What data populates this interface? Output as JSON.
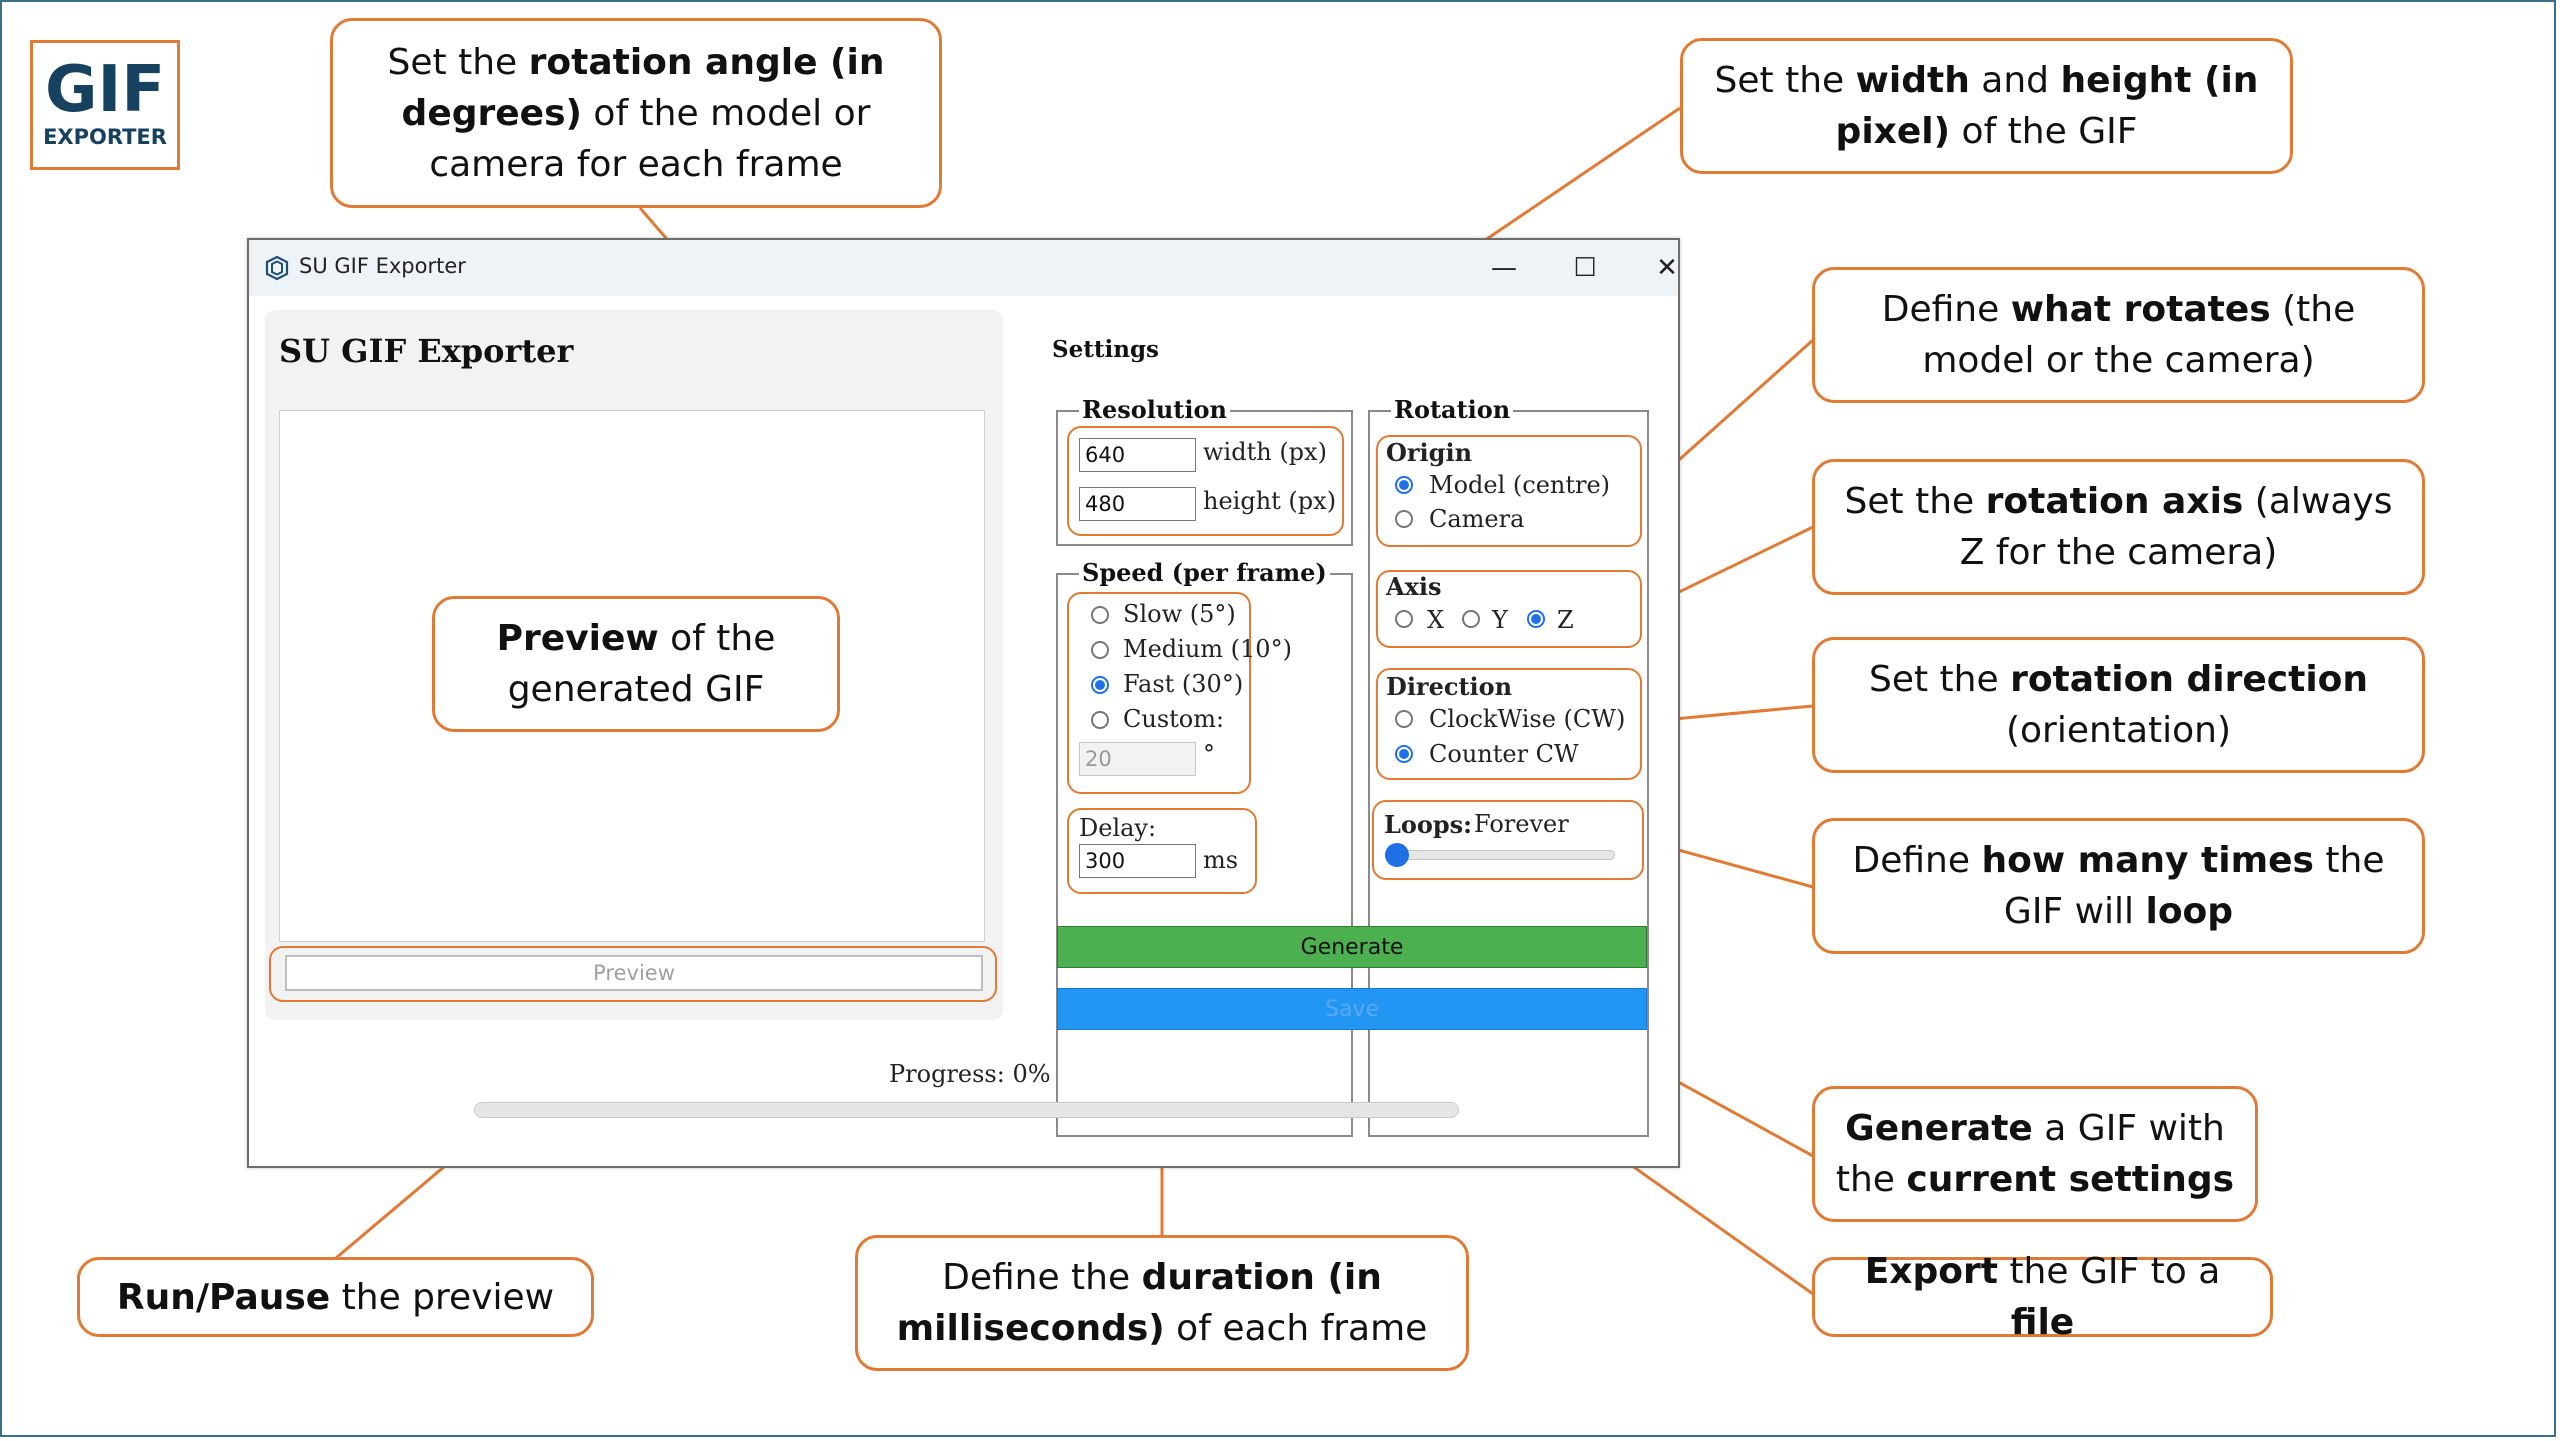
{
  "logo": {
    "big": "GIF",
    "small": "EXPORTER"
  },
  "window": {
    "title": "SU GIF Exporter",
    "controls": {
      "minimize": "—",
      "maximize": "☐",
      "close": "✕"
    }
  },
  "app": {
    "title": "SU GIF Exporter",
    "preview_button": "Preview",
    "settings_label": "Settings",
    "resolution": {
      "legend": "Resolution",
      "width_value": "640",
      "width_label": "width (px)",
      "height_value": "480",
      "height_label": "height (px)"
    },
    "speed": {
      "legend": "Speed (per frame)",
      "options": [
        {
          "label": "Slow (5°)",
          "checked": false
        },
        {
          "label": "Medium (10°)",
          "checked": false
        },
        {
          "label": "Fast (30°)",
          "checked": true
        },
        {
          "label": "Custom:",
          "checked": false
        }
      ],
      "custom_value": "20",
      "custom_unit": "°"
    },
    "delay": {
      "label": "Delay:",
      "value": "300",
      "unit": "ms"
    },
    "rotation": {
      "legend": "Rotation",
      "origin": {
        "label": "Origin",
        "options": [
          {
            "label": "Model (centre)",
            "checked": true
          },
          {
            "label": "Camera",
            "checked": false
          }
        ]
      },
      "axis": {
        "label": "Axis",
        "options": [
          {
            "label": "X",
            "checked": false
          },
          {
            "label": "Y",
            "checked": false
          },
          {
            "label": "Z",
            "checked": true
          }
        ]
      },
      "direction": {
        "label": "Direction",
        "options": [
          {
            "label": "ClockWise (CW)",
            "checked": false
          },
          {
            "label": "Counter CW",
            "checked": true
          }
        ]
      },
      "loops": {
        "label": "Loops:",
        "value": "Forever",
        "level": 0
      }
    },
    "generate_button": "Generate",
    "save_button": "Save",
    "progress": {
      "label": "Progress: 0%",
      "value": 0
    }
  },
  "colors": {
    "accent": "#e07a35",
    "logo_text": "#17425f",
    "generate": "#4caf50",
    "save": "#2196f3",
    "radio": "#1f6fe5"
  },
  "callouts": {
    "rotation_angle": [
      "Set the ",
      "rotation angle (in degrees)",
      " of the model or camera for each frame"
    ],
    "resolution": [
      "Set the ",
      "width",
      " and ",
      "height (in pixel)",
      " of the GIF"
    ],
    "what_rotates": [
      "Define ",
      "what rotates",
      " (the model or the camera)"
    ],
    "rotation_axis": [
      "Set the ",
      "rotation axis",
      " (always Z for the camera)"
    ],
    "rotation_direction": [
      "Set the ",
      "rotation direction",
      " (orientation)"
    ],
    "loops": [
      "Define ",
      "how many times",
      " the GIF will ",
      "loop"
    ],
    "preview": [
      "Preview",
      " of the generated GIF"
    ],
    "generate": [
      "Generate",
      " a GIF with the ",
      "current settings"
    ],
    "export": [
      "Export",
      " the GIF to a ",
      "file"
    ],
    "run_pause": [
      "Run/Pause",
      " the preview"
    ],
    "duration": [
      "Define the ",
      "duration (in milliseconds)",
      " of each frame"
    ]
  }
}
